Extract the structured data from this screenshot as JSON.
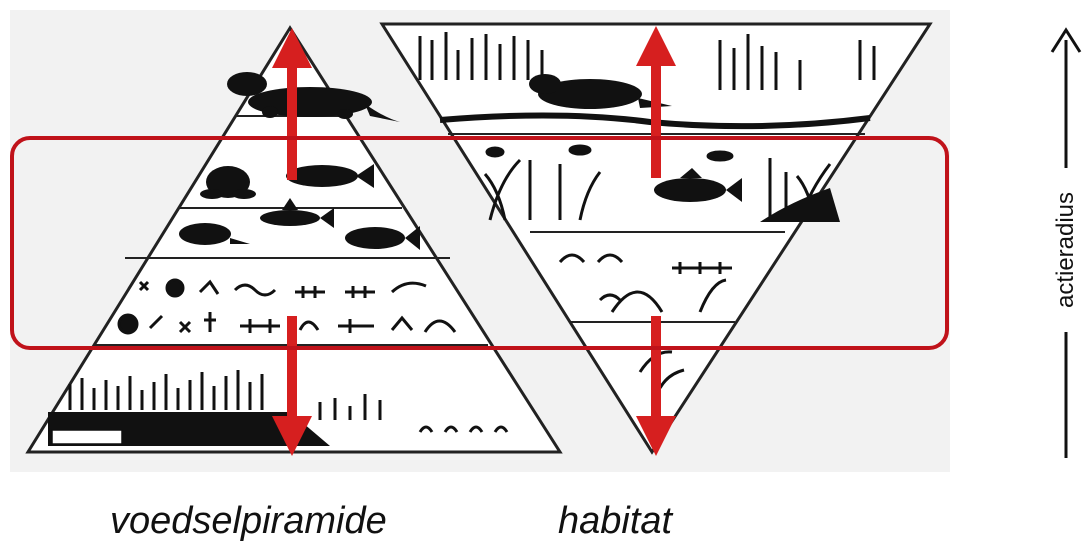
{
  "captions": {
    "left": "voedselpiramide",
    "right": "habitat"
  },
  "axis": {
    "label": "actieradius"
  },
  "colors": {
    "arrow": "#d61f1f",
    "highlight_box": "#c0121a",
    "ink": "#111111",
    "panel": "#f2f2f2"
  }
}
